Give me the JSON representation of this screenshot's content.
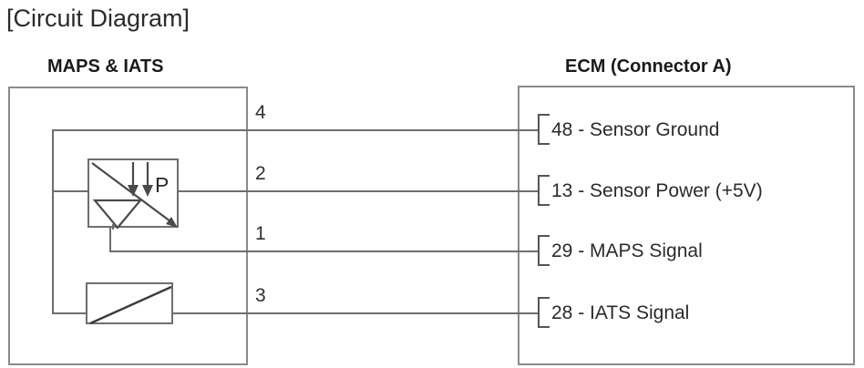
{
  "title": "[Circuit Diagram]",
  "left_module": {
    "heading": "MAPS  &  IATS",
    "symbols": {
      "maps_label": "P",
      "maps_icon": "pressure-sensor-icon",
      "iats_icon": "thermistor-icon"
    },
    "pins": [
      {
        "number": "4"
      },
      {
        "number": "2"
      },
      {
        "number": "1"
      },
      {
        "number": "3"
      }
    ]
  },
  "right_module": {
    "heading": "ECM (Connector A)",
    "terminals": [
      {
        "pin": "48",
        "label": "48 - Sensor Ground"
      },
      {
        "pin": "13",
        "label": "13 - Sensor Power (+5V)"
      },
      {
        "pin": "29",
        "label": "29 - MAPS Signal"
      },
      {
        "pin": "28",
        "label": "28 - IATS Signal"
      }
    ]
  },
  "connections": [
    {
      "from_pin": "4",
      "to_pin": "48",
      "signal": "Sensor Ground"
    },
    {
      "from_pin": "2",
      "to_pin": "13",
      "signal": "Sensor Power (+5V)"
    },
    {
      "from_pin": "1",
      "to_pin": "29",
      "signal": "MAPS Signal"
    },
    {
      "from_pin": "3",
      "to_pin": "28",
      "signal": "IATS Signal"
    }
  ],
  "colors": {
    "line": "#6e6e6e",
    "box_border": "#8a8a8a",
    "text": "#2b2b2b",
    "background": "#ffffff"
  }
}
